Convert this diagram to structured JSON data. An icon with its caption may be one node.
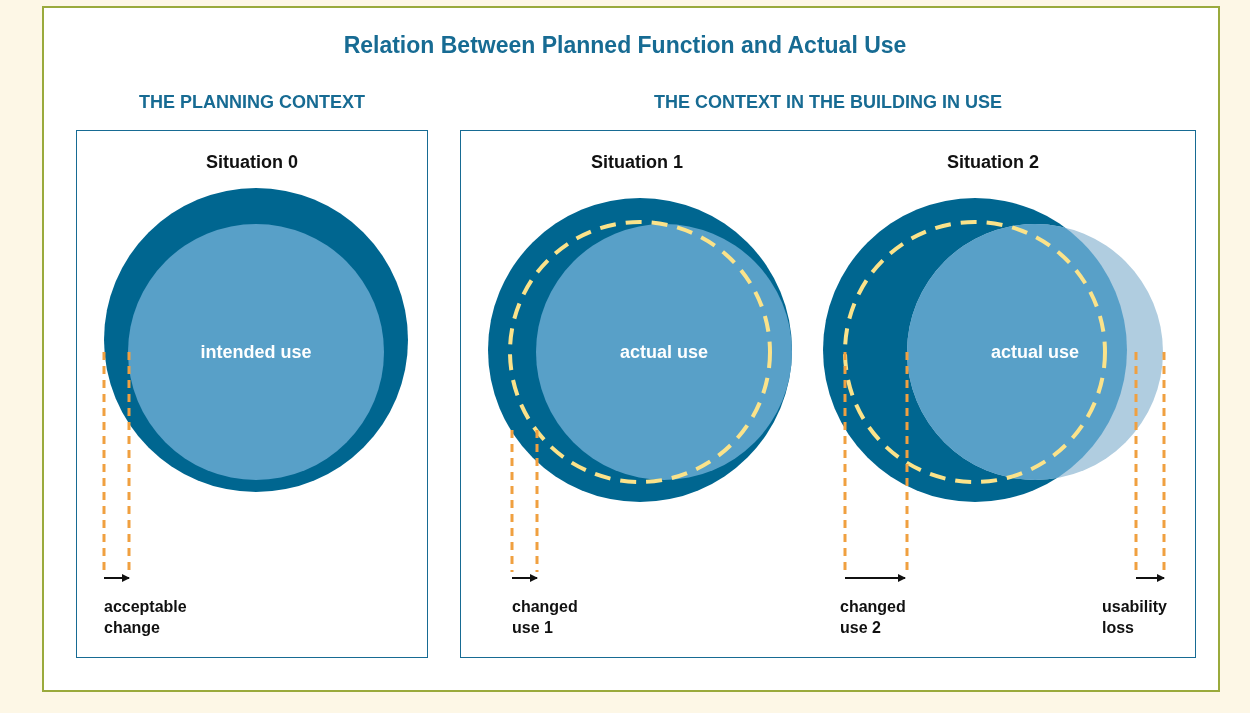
{
  "diagram": {
    "title": "Relation Between Planned Function and Actual Use",
    "nodes": [
      {
        "text": [
          "THE PLANNING CONTEXT"
        ]
      },
      {
        "text": [
          "intended use"
        ],
        "in": 0
      },
      {
        "text": [
          "THE CONTEXT IN THE BUILDING IN USE"
        ]
      },
      {
        "text": [
          "actual use"
        ],
        "in": 2
      },
      {
        "text": [
          "actual use"
        ],
        "in": 2
      }
    ],
    "labels": [
      "Situation 0",
      "Situation 1",
      "Situation 2",
      "acceptable change",
      "changed use 1",
      "changed use 2",
      "usability loss"
    ]
  }
}
